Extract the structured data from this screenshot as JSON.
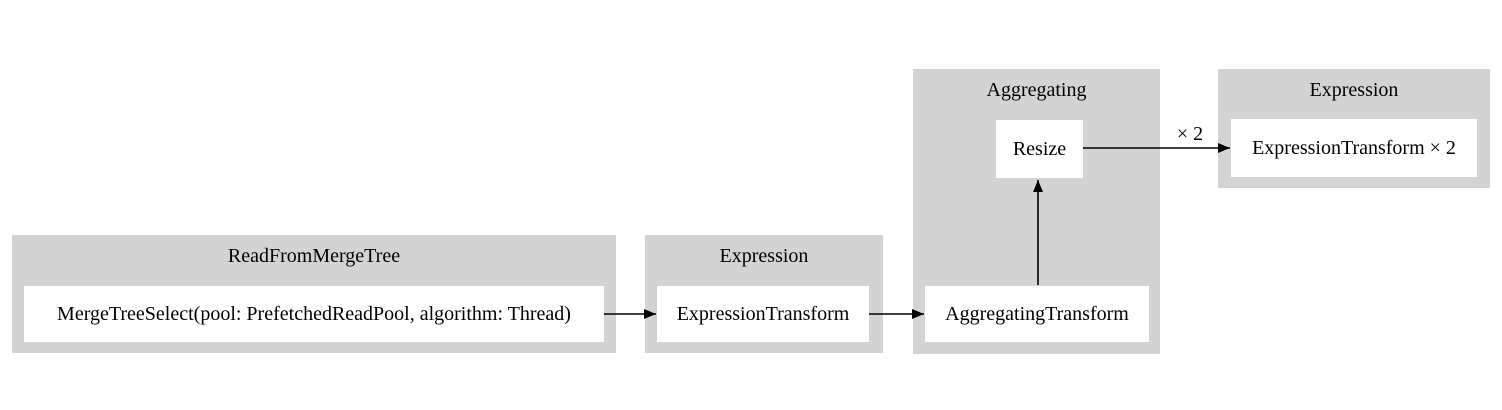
{
  "pipeline": {
    "clusters": [
      {
        "id": "read-from-merge-tree",
        "label": "ReadFromMergeTree",
        "nodes": [
          {
            "label": "MergeTreeSelect(pool: PrefetchedReadPool, algorithm: Thread)"
          }
        ]
      },
      {
        "id": "expression-1",
        "label": "Expression",
        "nodes": [
          {
            "label": "ExpressionTransform"
          }
        ]
      },
      {
        "id": "aggregating",
        "label": "Aggregating",
        "nodes": [
          {
            "label": "AggregatingTransform"
          },
          {
            "label": "Resize"
          }
        ]
      },
      {
        "id": "expression-2",
        "label": "Expression",
        "nodes": [
          {
            "label": "ExpressionTransform × 2"
          }
        ]
      }
    ],
    "edges": [
      {
        "from": "MergeTreeSelect(pool: PrefetchedReadPool, algorithm: Thread)",
        "to": "ExpressionTransform",
        "label": ""
      },
      {
        "from": "ExpressionTransform",
        "to": "AggregatingTransform",
        "label": ""
      },
      {
        "from": "AggregatingTransform",
        "to": "Resize",
        "label": ""
      },
      {
        "from": "Resize",
        "to": "ExpressionTransform × 2",
        "label": "× 2"
      }
    ],
    "colors": {
      "background": "#ffffff",
      "cluster_fill": "#d3d3d3",
      "node_fill": "#ffffff",
      "edge_stroke": "#000000",
      "text": "#000000"
    }
  }
}
